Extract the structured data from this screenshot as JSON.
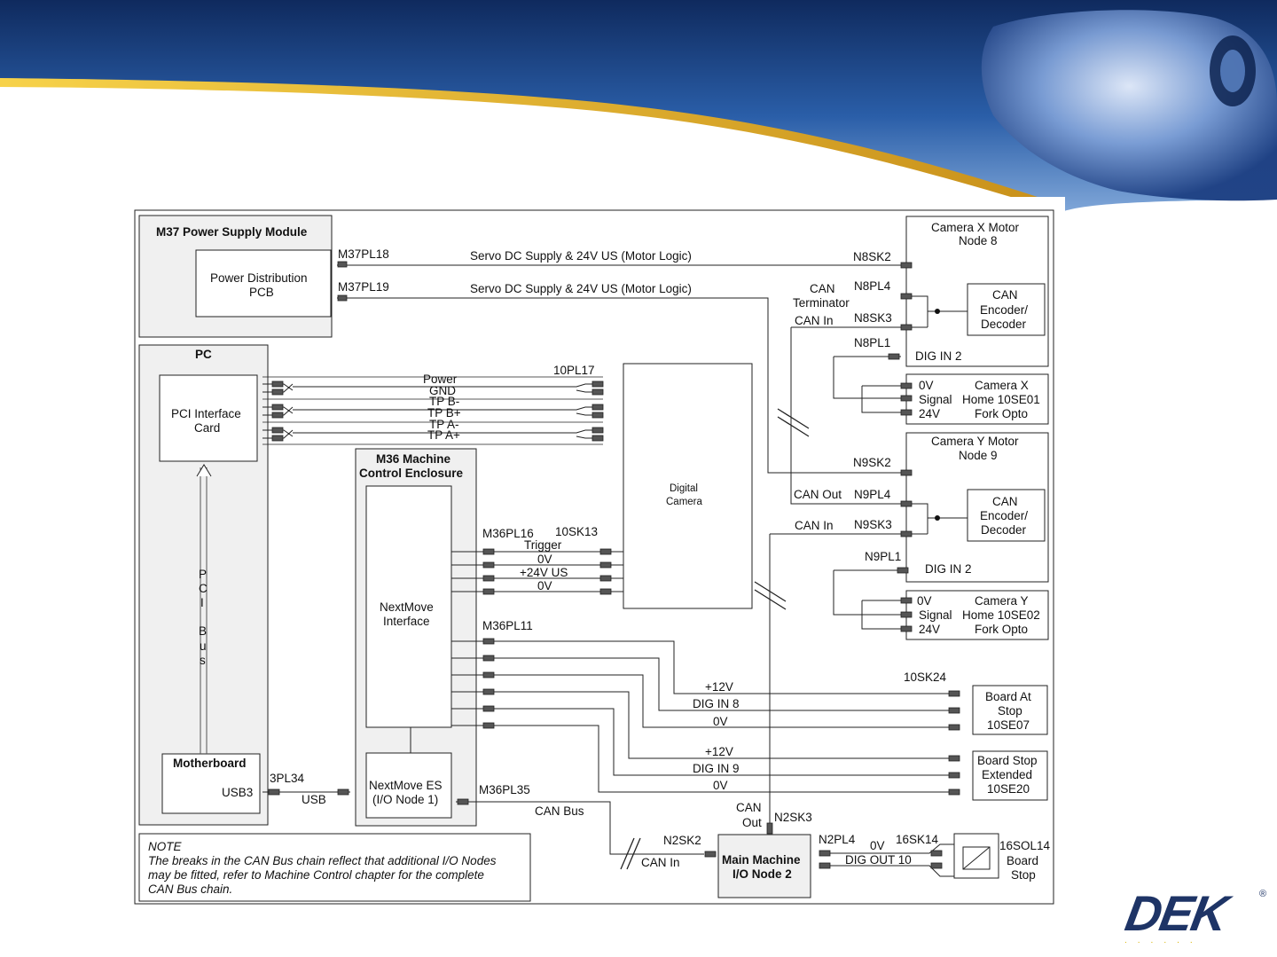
{
  "header_colors": {
    "banner_blue": "#1a3f7a",
    "banner_gold": "#e2b11b",
    "logo_blue": "#1e3466"
  },
  "psu": {
    "title": "M37 Power Supply Module",
    "pcb_line1": "Power Distribution",
    "pcb_line2": "PCB",
    "pl18": "M37PL18",
    "pl19": "M37PL19",
    "servo1": "Servo DC Supply & 24V US (Motor Logic)",
    "servo2": "Servo DC Supply & 24V US (Motor Logic)"
  },
  "pc": {
    "title": "PC",
    "pci_line1": "PCI Interface",
    "pci_line2": "Card",
    "bus_letters": [
      "P",
      "C",
      "I",
      "",
      "B",
      "u",
      "s"
    ],
    "motherboard": "Motherboard",
    "usb3": "USB3",
    "pl34": "3PL34",
    "usb": "USB"
  },
  "camera_lines": {
    "connector": "10PL17",
    "labels": [
      "Power",
      "GND",
      "TP B-",
      "TP B+",
      "TP A-",
      "TP A+"
    ]
  },
  "digital_camera": {
    "line1": "Digital",
    "line2": "Camera"
  },
  "m36": {
    "title1": "M36 Machine",
    "title2": "Control Enclosure",
    "nextmove1": "NextMove",
    "nextmove2": "Interface",
    "es1": "NextMove ES",
    "es2": "(I/O Node 1)",
    "pl16": "M36PL16",
    "sk13": "10SK13",
    "pl11": "M36PL11",
    "pl35": "M36PL35",
    "trigger_labels": [
      "Trigger",
      "0V",
      "+24V US",
      "0V"
    ],
    "canbus": "CAN Bus"
  },
  "camx": {
    "title1": "Camera X Motor",
    "title2": "Node 8",
    "sk2": "N8SK2",
    "pl4": "N8PL4",
    "sk3": "N8SK3",
    "pl1": "N8PL1",
    "can_term1": "CAN",
    "can_term2": "Terminator",
    "can_in": "CAN In",
    "dig_in": "DIG IN 2",
    "enc1": "CAN",
    "enc2": "Encoder/",
    "enc3": "Decoder",
    "opto_0v": "0V",
    "opto_sig": "Signal",
    "opto_24": "24V",
    "opto_t1": "Camera X",
    "opto_t2": "Home 10SE01",
    "opto_t3": "Fork Opto"
  },
  "camy": {
    "title1": "Camera Y Motor",
    "title2": "Node 9",
    "sk2": "N9SK2",
    "pl4": "N9PL4",
    "sk3": "N9SK3",
    "pl1": "N9PL1",
    "can_out": "CAN Out",
    "can_in": "CAN In",
    "dig_in": "DIG IN 2",
    "enc1": "CAN",
    "enc2": "Encoder/",
    "enc3": "Decoder",
    "opto_0v": "0V",
    "opto_sig": "Signal",
    "opto_24": "24V",
    "opto_t1": "Camera Y",
    "opto_t2": "Home 10SE02",
    "opto_t3": "Fork Opto"
  },
  "board_sensors": {
    "sk24": "10SK24",
    "a_labels": [
      "+12V",
      "DIG IN 8",
      "0V"
    ],
    "a_box": [
      "Board At",
      "Stop",
      "10SE07"
    ],
    "b_labels": [
      "+12V",
      "DIG IN 9",
      "0V"
    ],
    "b_box": [
      "Board Stop",
      "Extended",
      "10SE20"
    ]
  },
  "node2": {
    "title1": "Main Machine",
    "title2": "I/O Node 2",
    "sk2": "N2SK2",
    "sk3": "N2SK3",
    "pl4": "N2PL4",
    "can_in": "CAN In",
    "can_out1": "CAN",
    "can_out2": "Out",
    "sk14": "16SK14",
    "zero_v": "0V",
    "dig_out": "DIG OUT 10",
    "sol1": "16SOL14",
    "sol2": "Board",
    "sol3": "Stop"
  },
  "note": {
    "title": "NOTE",
    "line1": "The breaks in the CAN Bus chain reflect that additional I/O Nodes",
    "line2": "may be fitted, refer to Machine Control chapter for the complete",
    "line3": "CAN Bus chain."
  },
  "logo": {
    "word": "DEK",
    "reg": "®",
    "tagline": "......"
  }
}
